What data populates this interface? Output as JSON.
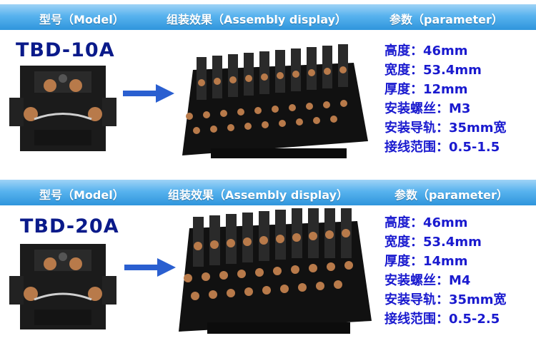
{
  "sections": [
    {
      "header": {
        "model": "型号（Model）",
        "assembly": "组装效果（Assembly display）",
        "parameter": "参数（parameter）"
      },
      "model_name": "TBD-10A",
      "params": [
        "高度：46mm",
        "宽度：53.4mm",
        "厚度：12mm",
        "安装螺丝：M3",
        "安装导轨：35mm宽",
        "接线范围：0.5-1.5"
      ]
    },
    {
      "header": {
        "model": "型号（Model）",
        "assembly": "组装效果（Assembly display）",
        "parameter": "参数（parameter）"
      },
      "model_name": "TBD-20A",
      "params": [
        "高度：46mm",
        "宽度：53.4mm",
        "厚度：14mm",
        "安装螺丝：M4",
        "安装导轨：35mm宽",
        "接线范围：0.5-2.5"
      ]
    }
  ],
  "colors": {
    "band": "#3a9fe2",
    "model_name": "#0a1a8a",
    "param_text": "#1a1acf",
    "arrow": "#2a5fd0"
  }
}
